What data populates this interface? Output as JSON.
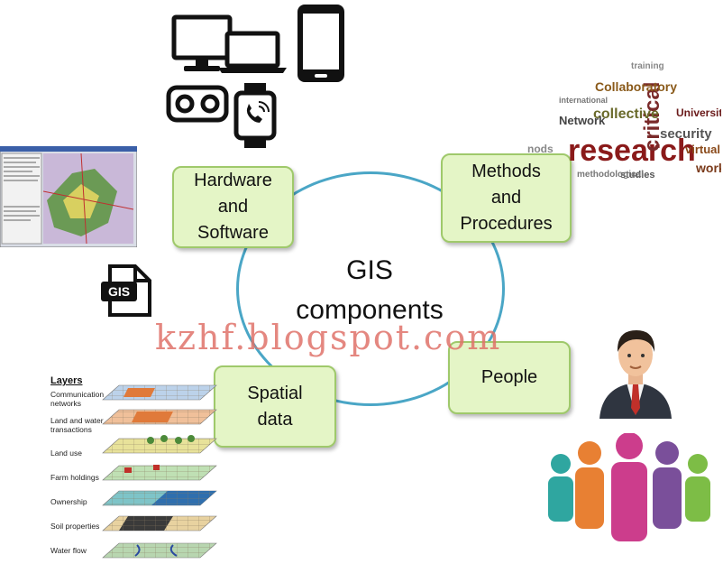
{
  "center_title": "GIS\ncomponents",
  "components": [
    {
      "key": "hardware",
      "label": "Hardware\nand\nSoftware"
    },
    {
      "key": "methods",
      "label": "Methods\nand\nProcedures"
    },
    {
      "key": "people",
      "label": "People"
    },
    {
      "key": "spatial",
      "label": "Spatial\ndata"
    }
  ],
  "watermark": "kzhf.blogspot.com",
  "file_icon_text": "GIS",
  "layers_panel": {
    "title": "Layers",
    "items": [
      "Communication networks",
      "Land and water transactions",
      "Land use",
      "Farm holdings",
      "Ownership",
      "Soil properties",
      "Water flow"
    ]
  },
  "colors": {
    "ring": "#4aa6c6",
    "box_fill": "#e4f5c6",
    "box_border": "#9fc96b",
    "watermark": "#e0736a",
    "people": [
      "#2fa6a0",
      "#e88033",
      "#cc3d8c",
      "#7a4f9a",
      "#7dbd46"
    ]
  },
  "icons": [
    "desktop-icon",
    "laptop-icon",
    "smartphone-icon",
    "vr-headset-icon",
    "smartwatch-icon",
    "gis-file-icon",
    "businessman-icon",
    "people-group-icon",
    "word-cloud-image",
    "gis-software-screenshot",
    "layers-illustration"
  ]
}
